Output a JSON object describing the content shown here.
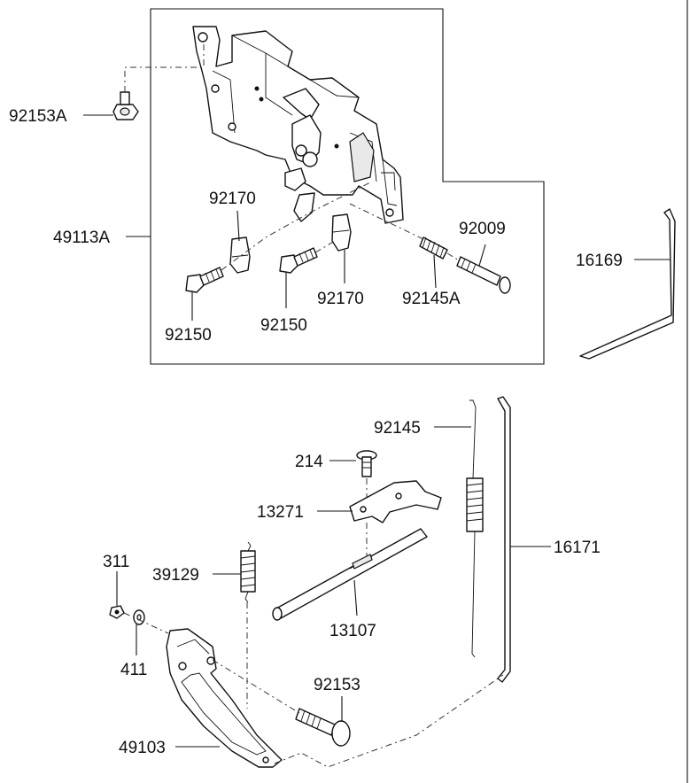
{
  "labels": {
    "p92153A": "92153A",
    "p49113A": "49113A",
    "p92170a": "92170",
    "p92170b": "92170",
    "p92150a": "92150",
    "p92150b": "92150",
    "p92009": "92009",
    "p92145A": "92145A",
    "p16169": "16169",
    "p92145": "92145",
    "p214": "214",
    "p13271": "13271",
    "p16171": "16171",
    "p311": "311",
    "p39129": "39129",
    "p411": "411",
    "p13107": "13107",
    "p92153": "92153",
    "p49103": "49103"
  }
}
